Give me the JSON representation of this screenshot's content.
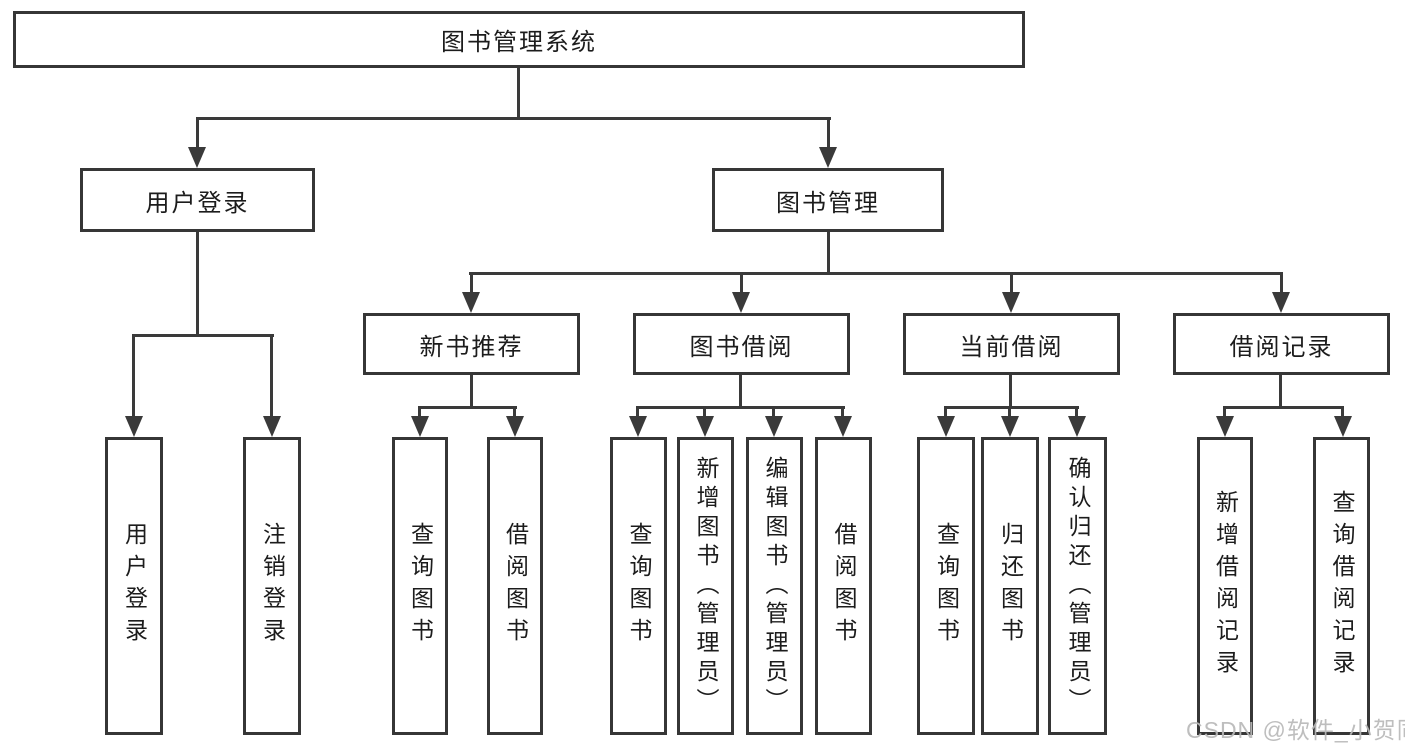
{
  "tree": {
    "root": {
      "label": "图书管理系统"
    },
    "children": [
      {
        "label": "用户登录",
        "children": [
          {
            "label": "用户登录"
          },
          {
            "label": "注销登录"
          }
        ]
      },
      {
        "label": "图书管理",
        "children": [
          {
            "label": "新书推荐",
            "children": [
              {
                "label": "查询图书"
              },
              {
                "label": "借阅图书"
              }
            ]
          },
          {
            "label": "图书借阅",
            "children": [
              {
                "label": "查询图书"
              },
              {
                "label": "新增图书（管理员）"
              },
              {
                "label": "编辑图书（管理员）"
              },
              {
                "label": "借阅图书"
              }
            ]
          },
          {
            "label": "当前借阅",
            "children": [
              {
                "label": "查询图书"
              },
              {
                "label": "归还图书"
              },
              {
                "label": "确认归还（管理员）"
              }
            ]
          },
          {
            "label": "借阅记录",
            "children": [
              {
                "label": "新增借阅记录"
              },
              {
                "label": "查询借阅记录"
              }
            ]
          }
        ]
      }
    ]
  },
  "watermark": "CSDN @软件_小贺同学",
  "colors": {
    "line": "#3a3a3a",
    "border": "#363636",
    "text": "#1c1c1c",
    "background": "#ffffff",
    "watermark": "#b9b9b9"
  }
}
